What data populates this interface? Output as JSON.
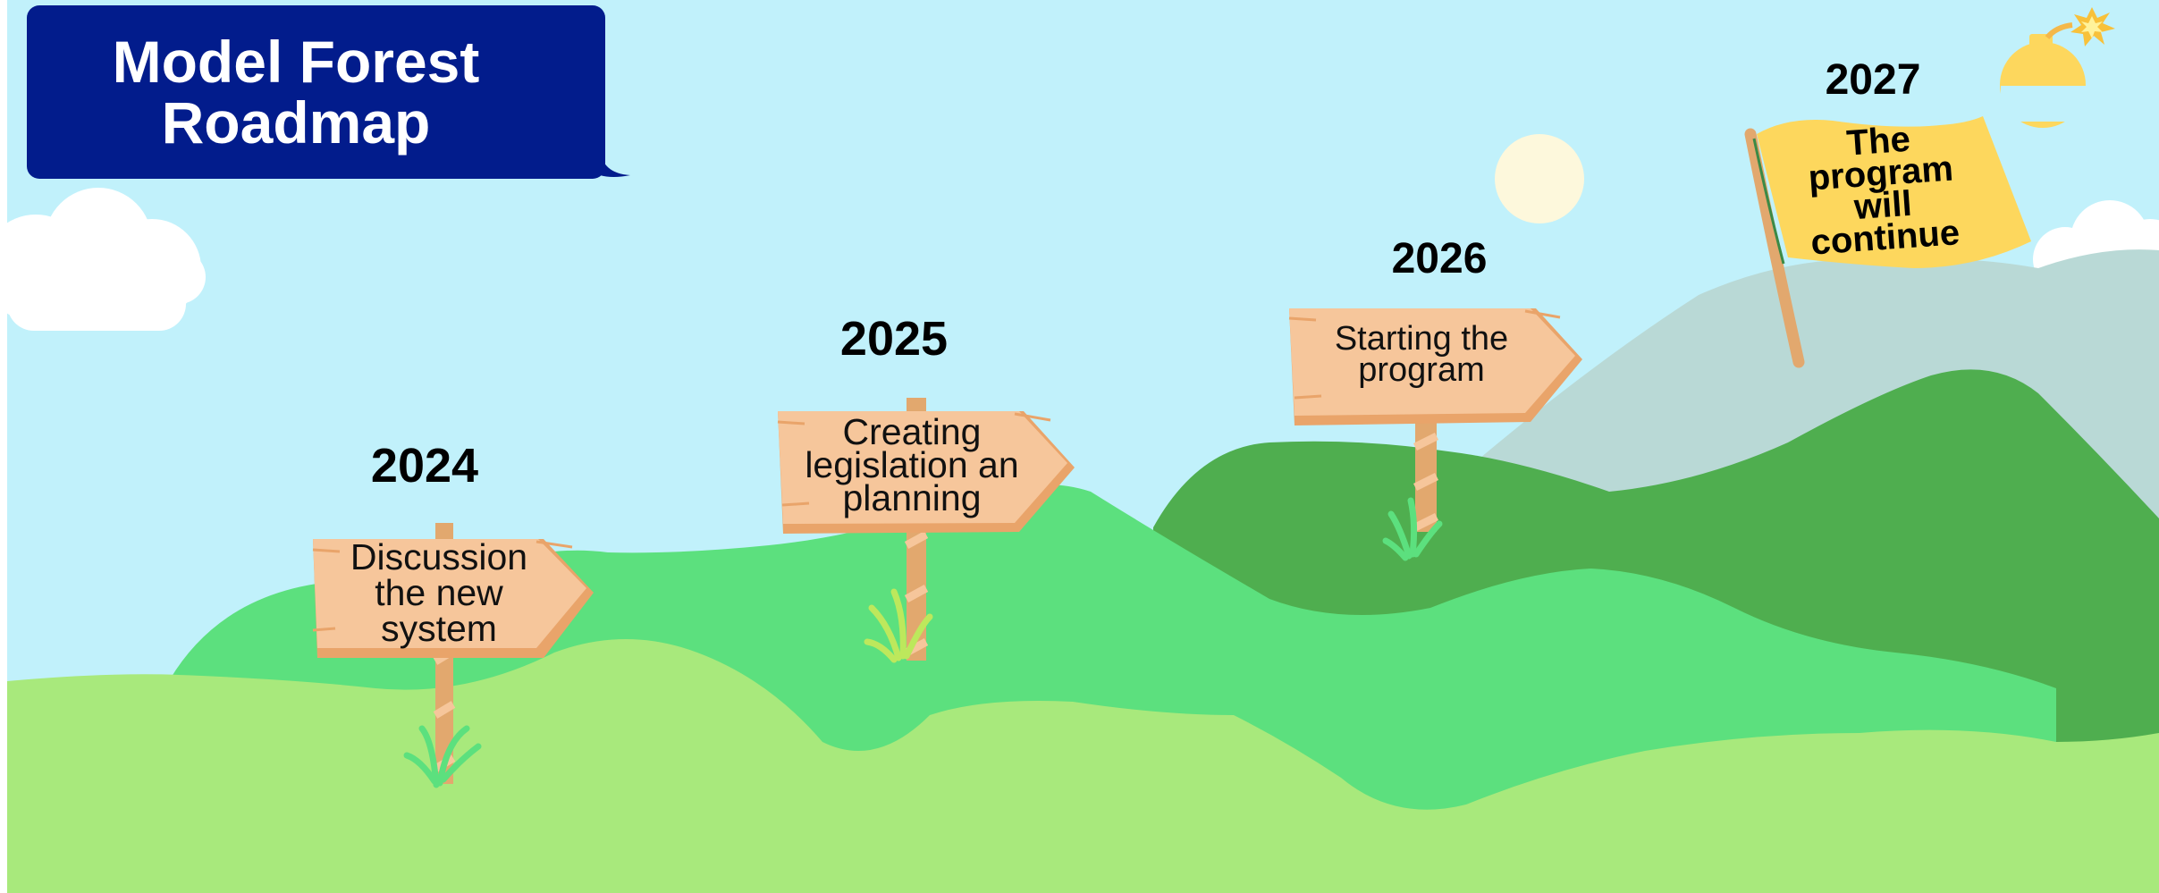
{
  "title": "Model  Forest Roadmap",
  "milestones": [
    {
      "year": "2024",
      "text": "Discussion the new system"
    },
    {
      "year": "2025",
      "text": "Creating legislation an planning"
    },
    {
      "year": "2026",
      "text": "Starting the program"
    },
    {
      "year": "2027",
      "text": "The program will continue"
    }
  ],
  "colors": {
    "sky": "#c1f1fb",
    "title_bg": "#021c8c",
    "hill_light": "#a8e97c",
    "hill_mid": "#5ce07e",
    "hill_dark": "#4fae4f",
    "mountain": "#b9d9d6",
    "sign": "#f6c69b",
    "sign_shadow": "#e9a46a",
    "flag": "#fdd75d",
    "pole": "#e2a86e",
    "sun": "#fdf8dc",
    "bomb": "#fdd75d"
  },
  "icons": [
    "cloud-icon",
    "sun-icon",
    "bomb-icon",
    "flag-icon",
    "grass-icon",
    "signpost-icon"
  ]
}
